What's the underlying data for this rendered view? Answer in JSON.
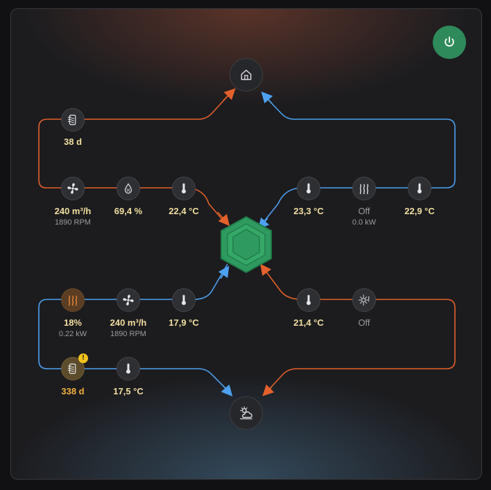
{
  "top_left": {
    "filter": {
      "value": "38 d"
    },
    "fan": {
      "value": "240 m³/h",
      "sub": "1890 RPM"
    },
    "humidity": {
      "value": "69,4 %"
    },
    "temp": {
      "value": "22,4 °C"
    }
  },
  "top_right": {
    "temp_in": {
      "value": "23,3 °C"
    },
    "heater": {
      "value": "Off",
      "sub": "0.0 kW"
    },
    "temp_out": {
      "value": "22,9 °C"
    }
  },
  "bottom_left": {
    "preheater": {
      "value": "18%",
      "sub": "0.22 kW"
    },
    "fan": {
      "value": "240 m³/h",
      "sub": "1890 RPM"
    },
    "temp": {
      "value": "17,9 °C"
    },
    "filter": {
      "value": "338 d",
      "warning": "!"
    },
    "temp_outdoor": {
      "value": "17,5 °C"
    }
  },
  "bottom_right": {
    "temp": {
      "value": "21,4 °C"
    },
    "cooler": {
      "value": "Off"
    }
  },
  "colors": {
    "supply": "#e3612a",
    "extract": "#4ea1f1",
    "exchanger": "#2f9a5f",
    "power": "#2e8a5a",
    "value_text": "#f2dfa0",
    "warning": "#f1c21b"
  },
  "icons": {
    "home": "home-icon",
    "outdoor": "weather-partly-cloudy-icon",
    "power": "power-icon",
    "filter": "air-filter-icon",
    "fan": "fan-icon",
    "humidity": "water-percent-icon",
    "thermometer": "thermometer-icon",
    "heater": "radiator-icon",
    "cooler": "snowflake-sun-icon",
    "exchanger": "heat-exchanger-icon"
  }
}
